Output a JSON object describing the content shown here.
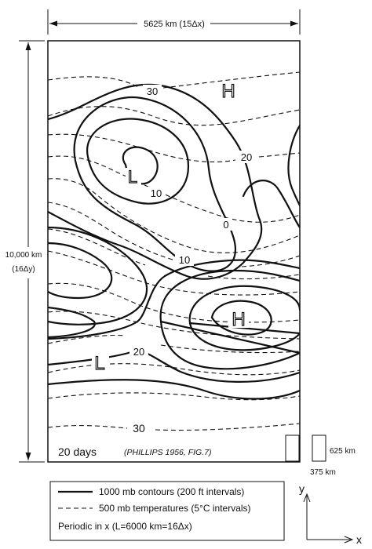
{
  "dims": {
    "width_label": "5625 km (15Δx)",
    "height_label_1": "10,000 km",
    "height_label_2": "(16Δy)"
  },
  "contour_labels": {
    "t_top": "30",
    "t_upper": "20",
    "t_left_mid": "10",
    "t_center": "0",
    "t_lower_mid": "10",
    "t_lower": "20",
    "t_bottom": "30"
  },
  "pressure_centers": {
    "high_top": "H",
    "low_upper": "L",
    "high_lower": "H",
    "low_lower": "L"
  },
  "caption": {
    "days": "20 days",
    "source": "(PHILLIPS 1956, FIG.7)"
  },
  "grid_cell": {
    "height_label": "625 km",
    "width_label": "375 km"
  },
  "legend": {
    "solid": "1000 mb contours (200 ft intervals)",
    "dashed": "500 mb temperatures (5°C intervals)",
    "periodic": "Periodic in x (L=6000 km=16Δx)"
  },
  "axes": {
    "y": "y",
    "x": "x"
  }
}
